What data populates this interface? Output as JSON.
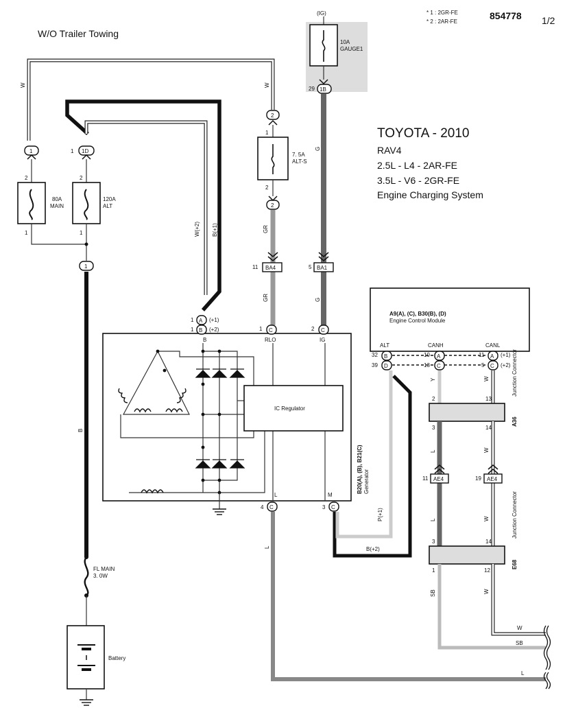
{
  "header": {
    "title": "W/O Trailer Towing",
    "note1": "* 1 : 2GR-FE",
    "note2": "* 2 : 2AR-FE",
    "doc_number": "854778",
    "page": "1/2"
  },
  "vehicle": {
    "make_year": "TOYOTA - 2010",
    "model": "RAV4",
    "engine1": "2.5L -  L4 - 2AR-FE",
    "engine2": "3.5L -  V6 - 2GR-FE",
    "system": "Engine Charging System"
  },
  "fuses": {
    "main_rating": "80A",
    "main_name": "MAIN",
    "alt_rating": "120A",
    "alt_name": "ALT",
    "alts_rating": "7. 5A",
    "alts_name": "ALT-S",
    "gauge_rating": "10A",
    "gauge_name": "GAUGE1",
    "ig_label": "(IG)",
    "fl_name": "FL MAIN",
    "fl_rating": "3. 0W"
  },
  "components": {
    "generator_id": "B20(A), (B), B21(C)",
    "generator_name": "Generator",
    "regulator": "IC Regulator",
    "ecm_id": "A9(A), (C), B30(B), (D)",
    "ecm_name": "Engine Control Module",
    "battery": "Battery",
    "jc1_id": "A36",
    "jc1_name": "Junction Connector",
    "jc2_id": "E68",
    "jc2_name": "Junction Connector"
  },
  "terminals": {
    "gen_b": "B",
    "gen_rlo": "RLO",
    "gen_ig": "IG",
    "gen_l": "L",
    "gen_m": "M",
    "ecm_alt": "ALT",
    "ecm_canh": "CANH",
    "ecm_canl": "CANL"
  },
  "connectors": {
    "c_1": "1",
    "c_1d": "1D",
    "c_2": "2",
    "c_1b": "1B",
    "ba4": "BA4",
    "ba1": "BA1",
    "ae4": "AE4",
    "a": "A",
    "b": "B",
    "c": "C",
    "d": "D"
  },
  "pins": {
    "p1": "1",
    "p2": "2",
    "p3": "3",
    "p4": "4",
    "p5": "5",
    "p10": "10",
    "p11": "11",
    "p12": "12",
    "p13": "13",
    "p14": "14",
    "p19": "19",
    "p29": "29",
    "p32": "32",
    "p39": "39"
  },
  "marks": {
    "plus1": "(+1)",
    "plus2": "(+2)",
    "star": "*"
  },
  "wires": {
    "w": "W",
    "g": "G",
    "gr": "GR",
    "b": "B",
    "l": "L",
    "y": "Y",
    "sb": "SB",
    "w_plus2": "W(+2)",
    "b_plus1": "B(+1)",
    "p_plus1": "P(+1)",
    "b_plus2": "B(+2)"
  },
  "colors": {
    "black": "#111111",
    "gray_dark": "#666666",
    "gray_med": "#999999",
    "gray_light": "#bbbbbb"
  }
}
